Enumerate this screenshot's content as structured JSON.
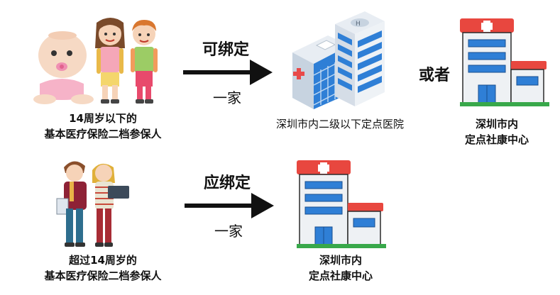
{
  "row1": {
    "group_label_line1": "14周岁以下的",
    "group_label_line2": "基本医疗保险二档参保人",
    "arrow_label_top": "可绑定",
    "arrow_label_bottom": "一家",
    "hospital_label": "深圳市内二级以下定点医院",
    "or_label": "或者",
    "center_label_line1": "深圳市内",
    "center_label_line2": "定点社康中心"
  },
  "row2": {
    "group_label_line1": "超过14周岁的",
    "group_label_line2": "基本医疗保险二档参保人",
    "arrow_label_top": "应绑定",
    "arrow_label_bottom": "一家",
    "center_label_line1": "深圳市内",
    "center_label_line2": "定点社康中心"
  },
  "colors": {
    "arrow": "#111111",
    "hospital_blue": "#2f7fd6",
    "clinic_red": "#e8473f",
    "clinic_green": "#38a84a",
    "building_gray": "#dfe6ee"
  }
}
